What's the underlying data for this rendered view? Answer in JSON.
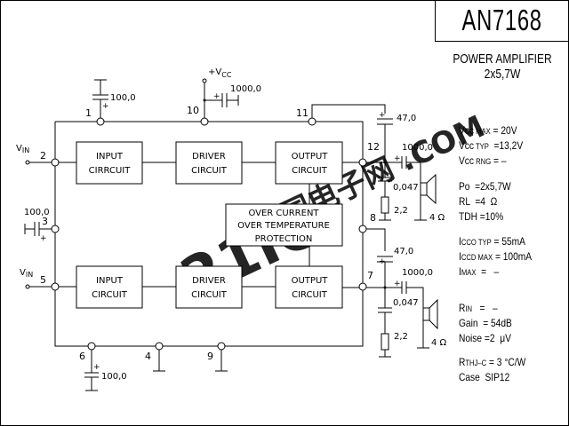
{
  "title": "AN7168",
  "subtitle": [
    "POWER AMPLIFIER",
    "2x5,7W"
  ],
  "blocks": {
    "input1": [
      "INPUT",
      "CIRRCUIT"
    ],
    "driver1": [
      "DRIVER",
      "CIRCUIT"
    ],
    "output1": [
      "OUTPUT",
      "CIRCUIT"
    ],
    "protection": [
      "OVER CURRENT",
      "OVER TEMPERATURE",
      "PROTECTION"
    ],
    "input2": [
      "INPUT",
      "CIRCUIT"
    ],
    "driver2": [
      "DRIVER",
      "CIRCUIT"
    ],
    "output2": [
      "OUTPUT",
      "CIRCUIT"
    ]
  },
  "pins": {
    "p1": "1",
    "p2": "2",
    "p3": "3",
    "p4": "4",
    "p5": "5",
    "p6": "6",
    "p7": "7",
    "p8": "8",
    "p9": "9",
    "p10": "10",
    "p11": "11",
    "p12": "12"
  },
  "labels": {
    "vin": "V",
    "vin_sub": "IN",
    "vcc": "+V",
    "vcc_sub": "CC",
    "c_pin1": "100,0",
    "c_pin3": "100,0",
    "c_pin6": "100,0",
    "c_vcc": "1000,0",
    "c_boot1": "47,0",
    "c_boot2": "47,0",
    "c_out1": "1000,0",
    "c_out2": "1000,0",
    "c_zob1": "0,047",
    "c_zob2": "0,047",
    "r_zob1": "2,2",
    "r_zob2": "2,2",
    "spk1": "4 Ω",
    "spk2": "4 Ω"
  },
  "specs": [
    {
      "name": "Vcc",
      "sub": " MAX",
      "value": " = 20V"
    },
    {
      "name": "Vcc",
      "sub": " TYP",
      "value": "  =13,2V"
    },
    {
      "name": "Vcc",
      "sub": " RNG",
      "value": " = –"
    },
    {
      "name": "Po",
      "sub": "",
      "value": "  =2x5,7W"
    },
    {
      "name": "RL",
      "sub": "",
      "value": "  =4  Ω"
    },
    {
      "name": "TDH",
      "sub": "",
      "value": " =10%"
    },
    {
      "name": "I",
      "sub": "CCO TYP",
      "value": " = 55mA"
    },
    {
      "name": "I",
      "sub": "CCD MAX",
      "value": " = 100mA"
    },
    {
      "name": "I",
      "sub": "MAX",
      "value": "  =   –"
    },
    {
      "name": "R",
      "sub": "IN",
      "value": "   =   –"
    },
    {
      "name": "Gain",
      "sub": "",
      "value": "  = 54dB"
    },
    {
      "name": "Noise",
      "sub": "",
      "value": " =2  μV"
    },
    {
      "name": "R",
      "sub": "THJ–C",
      "value": " = 3 °C/W"
    },
    {
      "name": "Case",
      "sub": "",
      "value": "  SIP12"
    }
  ],
  "watermark": {
    "text1": "21IC",
    "text2": "中国电子网 .COM",
    "color1": "#e8808a",
    "color2": "#9aa8d8"
  }
}
